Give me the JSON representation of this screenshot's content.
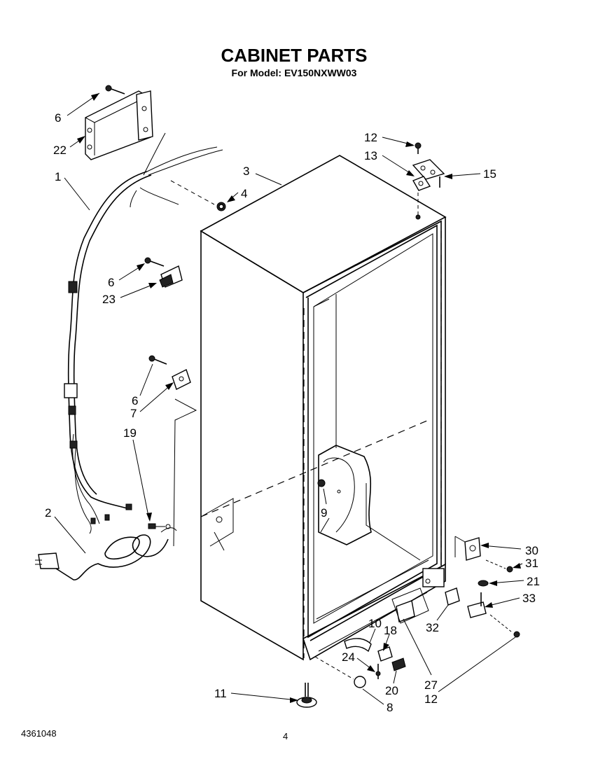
{
  "header": {
    "title": "CABINET PARTS",
    "subtitle": "For Model: EV150NXWW03"
  },
  "footer": {
    "doc_number": "4361048",
    "page_number": "4"
  },
  "callouts": {
    "c1": "1",
    "c2": "2",
    "c3": "3",
    "c4": "4",
    "c6a": "6",
    "c6b": "6",
    "c6c": "6",
    "c7": "7",
    "c8": "8",
    "c9": "9",
    "c10": "10",
    "c11": "11",
    "c12a": "12",
    "c12b": "12",
    "c13": "13",
    "c15": "15",
    "c18": "18",
    "c19": "19",
    "c20": "20",
    "c21": "21",
    "c22": "22",
    "c23": "23",
    "c24": "24",
    "c27": "27",
    "c30": "30",
    "c31": "31",
    "c32": "32",
    "c33": "33"
  }
}
